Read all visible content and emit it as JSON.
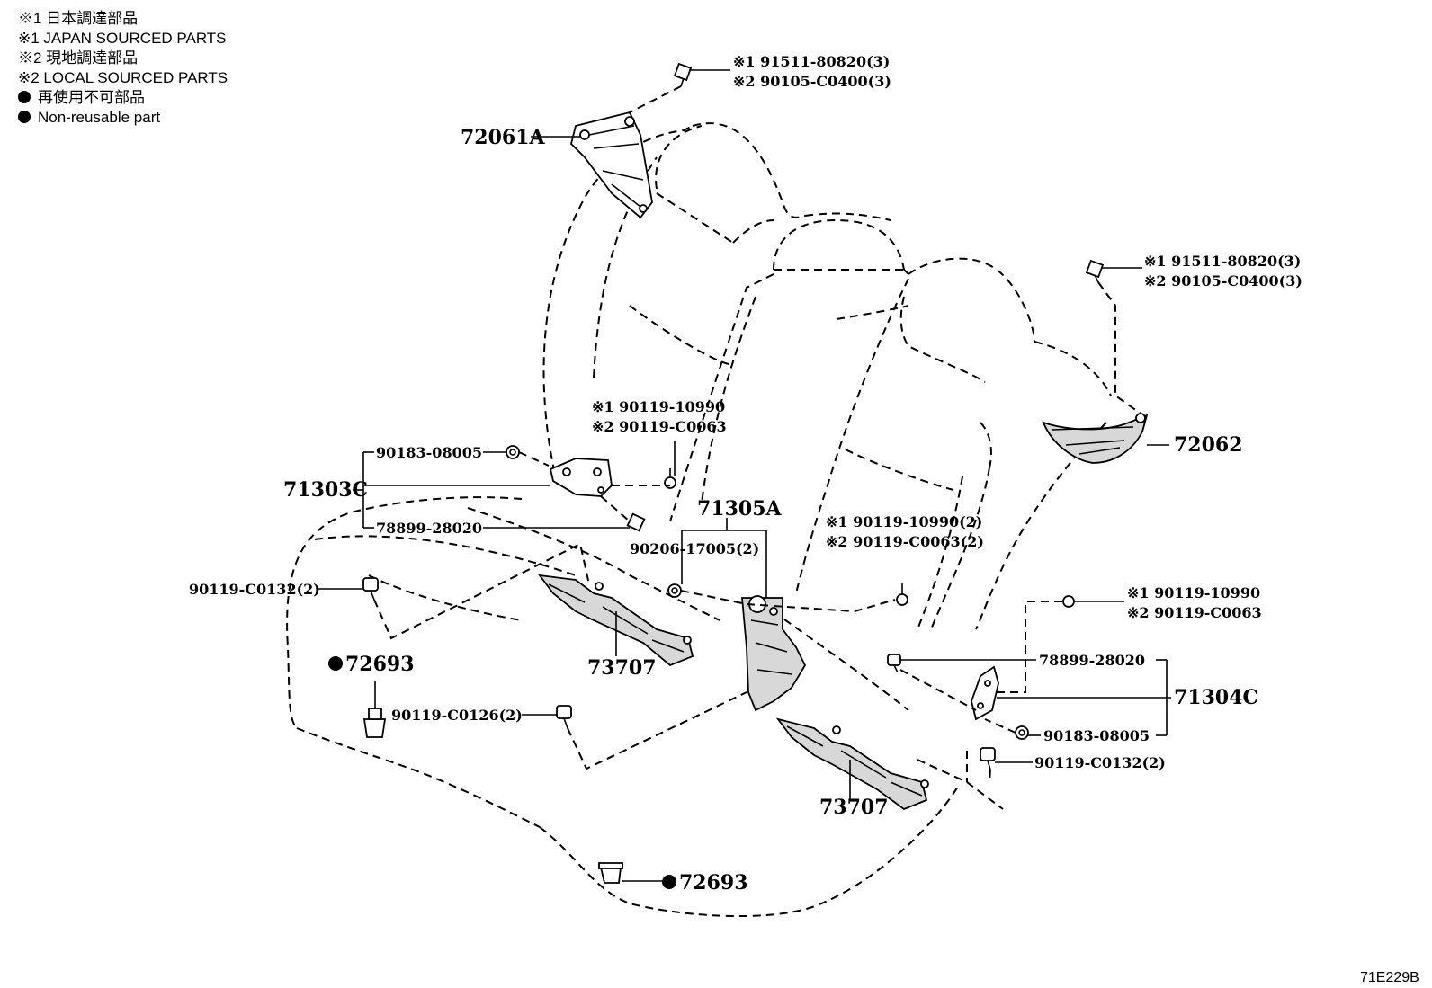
{
  "legend": {
    "line1": "※1 日本調達部品",
    "line2": "※1 JAPAN SOURCED PARTS",
    "line3": "※2 現地調達部品",
    "line4": "※2 LOCAL SOURCED PARTS",
    "line5": "再使用不可部品",
    "line6": "Non-reusable part"
  },
  "callouts": {
    "c72061A": "72061A",
    "c72062": "72062",
    "c71303C": "71303C",
    "c71305A": "71305A",
    "c71304C": "71304C",
    "c73707_left": "73707",
    "c73707_right": "73707",
    "c72693_left": "72693",
    "c72693_bottom": "72693",
    "top_bolt_j1": "※1 91511-80820(3)",
    "top_bolt_l2": "※2 90105-C0400(3)",
    "right_bolt_j1": "※1 91511-80820(3)",
    "right_bolt_l2": "※2 90105-C0400(3)",
    "mid_nut_j1": "※1 90119-10990",
    "mid_nut_l2": "※2 90119-C0063",
    "center_nut_j1": "※1 90119-10990(2)",
    "center_nut_l2": "※2 90119-C0063(2)",
    "right_nut_j1": "※1 90119-10990",
    "right_nut_l2": "※2 90119-C0063",
    "p90183_left": "90183-08005",
    "p78899_left": "78899-28020",
    "p90206": "90206-17005(2)",
    "p90119_C0132_left": "90119-C0132(2)",
    "p90119_C0126": "90119-C0126(2)",
    "p78899_right": "78899-28020",
    "p90183_right": "90183-08005",
    "p90119_C0132_right": "90119-C0132(2)"
  },
  "figure_code": "71E229B"
}
